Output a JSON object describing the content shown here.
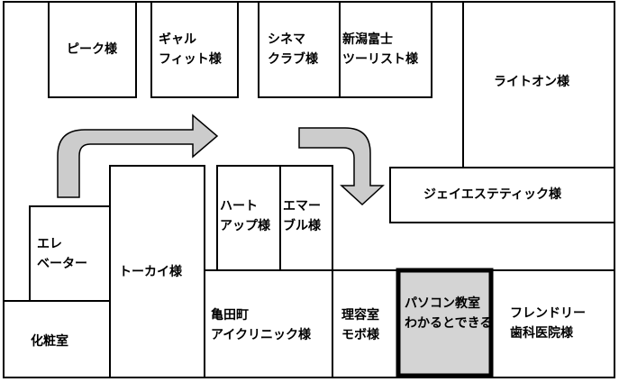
{
  "floor_map": {
    "rooms": {
      "peak": "ピーク様",
      "gal_fit": "ギャル\nフィット様",
      "cinema_club": "シネマ\nクラブ様",
      "niigata_fuji_tourist": "新潟富士\nツーリスト様",
      "light_on": "ライトオン様",
      "jay_esthetic": "ジェイエステティック様",
      "elevator": "エレ\nベーター",
      "tokai": "トーカイ様",
      "heart_up": "ハート\nアップ様",
      "emar_bull": "エマー\nブル様",
      "powder_room": "化粧室",
      "kameda_aiclinic": "亀田町\nアイクリニック様",
      "barber_mobo": "理容室\nモボ様",
      "pc_school": "パソコン教室\nわかるとできる",
      "friendly_dental": "フレンドリー\n歯科医院様"
    },
    "colors": {
      "wall": "#000000",
      "highlight_fill": "#d4d4d4",
      "arrow_fill": "#cccccc"
    }
  }
}
